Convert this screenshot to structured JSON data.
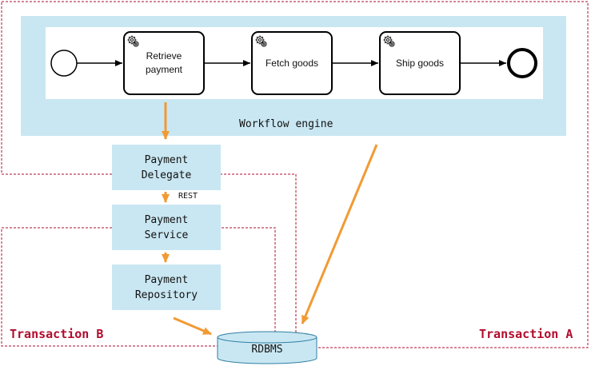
{
  "workflow_engine": {
    "label": "Workflow engine",
    "process": {
      "tasks": [
        {
          "label": "Retrieve payment",
          "icon": "gear-icon"
        },
        {
          "label": "Fetch goods",
          "icon": "gear-icon"
        },
        {
          "label": "Ship goods",
          "icon": "gear-icon"
        }
      ]
    }
  },
  "components": {
    "payment_delegate": {
      "line1": "Payment",
      "line2": "Delegate"
    },
    "rest_label": "REST",
    "payment_service": {
      "line1": "Payment",
      "line2": "Service"
    },
    "payment_repository": {
      "line1": "Payment",
      "line2": "Repository"
    },
    "database": {
      "label": "RDBMS"
    }
  },
  "transactions": {
    "a": {
      "label": "Transaction A"
    },
    "b": {
      "label": "Transaction B"
    }
  },
  "colors": {
    "panel": "#c9e7f2",
    "arrow": "#f29a33",
    "transaction_border": "#b10c2d"
  }
}
